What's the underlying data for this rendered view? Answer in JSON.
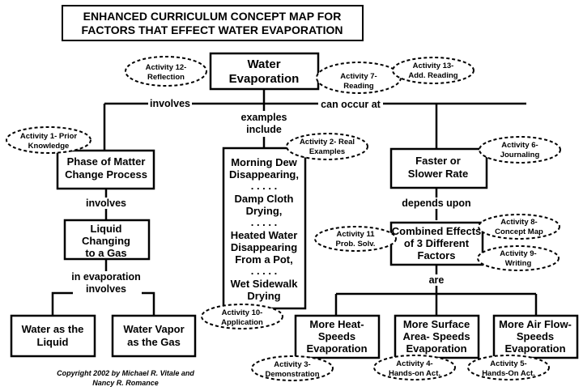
{
  "title": {
    "line1": "ENHANCED CURRICULUM CONCEPT MAP FOR",
    "line2": "FACTORS THAT EFFECT WATER EVAPORATION"
  },
  "nodes": {
    "root": [
      "Water",
      "Evaporation"
    ],
    "phase": [
      "Phase of Matter",
      "Change Process"
    ],
    "liquid_gas": [
      "Liquid",
      "Changing",
      "to a Gas"
    ],
    "water_liquid": [
      "Water as the",
      "Liquid"
    ],
    "water_vapor": [
      "Water Vapor",
      "as the Gas"
    ],
    "examples": [
      "Morning Dew",
      "Disappearing,",
      ". . . . .",
      "Damp Cloth",
      "Drying,",
      ". . . . .",
      "Heated Water",
      "Disappearing",
      "From a Pot,",
      ". . . . .",
      "Wet Sidewalk",
      "Drying"
    ],
    "rate": [
      "Faster or",
      "Slower Rate"
    ],
    "combined": [
      "Combined Effects",
      "of 3 Different",
      "Factors"
    ],
    "heat": [
      "More Heat-",
      "Speeds",
      "Evaporation"
    ],
    "surface": [
      "More Surface",
      "Area- Speeds",
      "Evaporation"
    ],
    "airflow": [
      "More Air Flow-",
      "Speeds",
      "Evaporation"
    ]
  },
  "links": {
    "involves_top": "involves",
    "examples_include": [
      "examples",
      "include"
    ],
    "can_occur_at": "can occur at",
    "involves_phase": "involves",
    "in_evaporation_involves": [
      "in evaporation",
      "involves"
    ],
    "depends_upon": "depends upon",
    "are": "are"
  },
  "activities": {
    "a1": [
      "Activity 1- Prior",
      "Knowledge"
    ],
    "a2": [
      "Activity 2- Real",
      "Examples"
    ],
    "a3": [
      "Activity 3-",
      "Demonstration"
    ],
    "a4": [
      "Activity 4-",
      "Hands-on Act."
    ],
    "a5": [
      "Activity 5-",
      "Hands-On Act."
    ],
    "a6": [
      "Activity 6-",
      "Journaling"
    ],
    "a7": [
      "Activity 7-",
      "Reading"
    ],
    "a8": [
      "Activity 8-",
      "Concept Map"
    ],
    "a9": [
      "Activity 9-",
      "Writing"
    ],
    "a10": [
      "Activity 10-",
      "Application"
    ],
    "a11": [
      "Activity 11",
      "Prob. Solv."
    ],
    "a12": [
      "Activity 12-",
      "Reflection"
    ],
    "a13": [
      "Activity 13-",
      "Add. Reading"
    ]
  },
  "copyright": [
    "Copyright 2002 by Michael R. Vitale and",
    "Nancy R. Romance"
  ]
}
